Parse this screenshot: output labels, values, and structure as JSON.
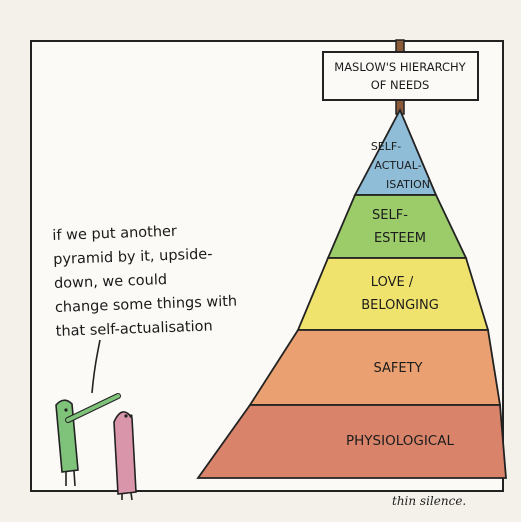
{
  "sign": {
    "line1": "MASLOW'S HIERARCHY",
    "line2": "OF NEEDS"
  },
  "tiers": [
    {
      "lines": [
        "SELF-",
        "ACTUAL-",
        "ISATION"
      ],
      "color": "#8fbcd6"
    },
    {
      "lines": [
        "SELF-",
        "ESTEEM"
      ],
      "color": "#9ccb6a"
    },
    {
      "lines": [
        "LOVE /",
        "BELONGING"
      ],
      "color": "#f0e36d"
    },
    {
      "lines": [
        "SAFETY"
      ],
      "color": "#eaa070"
    },
    {
      "lines": [
        "PHYSIOLOGICAL"
      ],
      "color": "#d9846a"
    }
  ],
  "speech": {
    "lines": [
      "if we put another",
      "pyramid by it, upside-",
      "down, we could",
      "change some things with",
      "that self-actualisation"
    ]
  },
  "figures": {
    "left_color": "#7fc27a",
    "right_color": "#d995a9"
  },
  "signature": "thin silence."
}
